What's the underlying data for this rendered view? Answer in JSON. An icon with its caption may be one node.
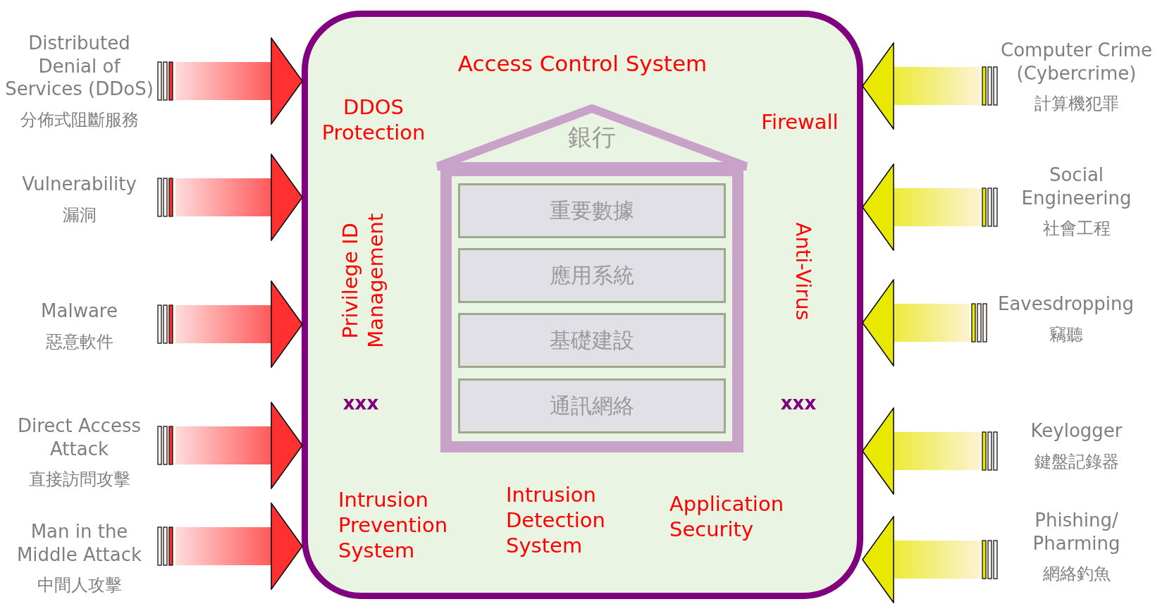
{
  "diagram": {
    "nodes": [
      {
        "text": [
          "Access Control System"
        ]
      },
      {
        "text": [
          "銀行"
        ],
        "in": 0
      },
      {
        "text": [
          "重要數據"
        ],
        "in": 1
      },
      {
        "text": [
          "應用系統"
        ],
        "in": 1
      },
      {
        "text": [
          "基礎建設"
        ],
        "in": 1
      },
      {
        "text": [
          "通訊網絡"
        ],
        "in": 1
      },
      {
        "text": [
          "Distributed Denial of Services (DDoS)",
          "分佈式阻斷服務"
        ]
      },
      {
        "text": [
          "Vulnerability",
          "漏洞"
        ]
      },
      {
        "text": [
          "Malware",
          "惡意軟件"
        ]
      },
      {
        "text": [
          "Direct Access Attack",
          "直接訪問攻擊"
        ]
      },
      {
        "text": [
          "Man in the Middle Attack",
          "中間人攻擊"
        ]
      },
      {
        "text": [
          "Computer Crime (Cybercrime)",
          "計算機犯罪"
        ]
      },
      {
        "text": [
          "Social Engineering",
          "社會工程"
        ]
      },
      {
        "text": [
          "Eavesdropping",
          "竊聽"
        ]
      },
      {
        "text": [
          "Keylogger",
          "鍵盤記錄器"
        ]
      },
      {
        "text": [
          "Phishing/ Pharming",
          "網絡釣魚"
        ]
      }
    ],
    "edges": [
      {
        "from": 6,
        "to": 0,
        "arrow": "to",
        "color": "#ff3030"
      },
      {
        "from": 7,
        "to": 0,
        "arrow": "to",
        "color": "#ff3030"
      },
      {
        "from": 8,
        "to": 0,
        "arrow": "to",
        "color": "#ff3030"
      },
      {
        "from": 9,
        "to": 0,
        "arrow": "to",
        "color": "#ff3030"
      },
      {
        "from": 10,
        "to": 0,
        "arrow": "to",
        "color": "#ff3030"
      },
      {
        "from": 11,
        "to": 0,
        "arrow": "to",
        "color": "#e8e800"
      },
      {
        "from": 12,
        "to": 0,
        "arrow": "to",
        "color": "#e8e800"
      },
      {
        "from": 13,
        "to": 0,
        "arrow": "to",
        "color": "#e8e800"
      },
      {
        "from": 14,
        "to": 0,
        "arrow": "to",
        "color": "#e8e800"
      },
      {
        "from": 15,
        "to": 0,
        "arrow": "to",
        "color": "#e8e800"
      }
    ],
    "labels": [
      "DDOS Protection",
      "Firewall",
      "Privilege ID Management",
      "Anti-Virus",
      "xxx",
      "xxx",
      "Intrusion Prevention System",
      "Intrusion Detection System",
      "Application Security"
    ]
  }
}
